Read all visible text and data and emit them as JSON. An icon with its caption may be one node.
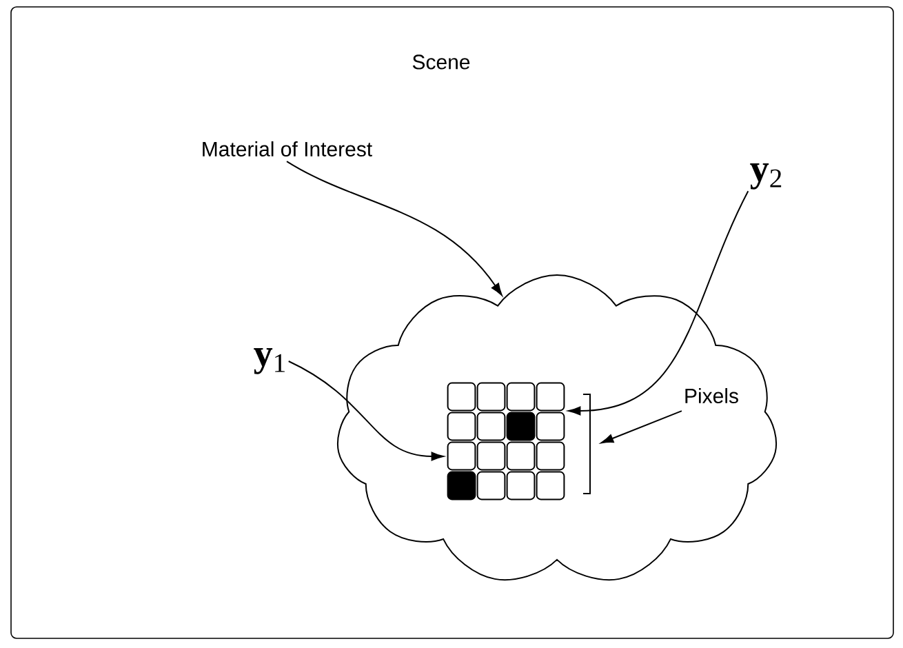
{
  "diagram": {
    "nodes": [
      {
        "text": [
          "Scene"
        ]
      },
      {
        "text": [],
        "shape": "cloud",
        "in": 0
      },
      {
        "text": [
          "Material of Interest"
        ],
        "in": 0
      },
      {
        "text": [
          "**y**$_{1}$"
        ],
        "in": 0
      },
      {
        "text": [
          "**y**$_{2}$"
        ],
        "in": 0
      },
      {
        "text": [],
        "shape": "grid",
        "in": 1
      },
      {
        "text": [
          "Pixels"
        ],
        "in": 1
      }
    ],
    "edges": [
      {
        "from": 2,
        "to": 1,
        "arrow": "to"
      },
      {
        "from": 3,
        "to": 5,
        "arrow": "to"
      },
      {
        "from": 4,
        "to": 5,
        "arrow": "to"
      },
      {
        "from": 6,
        "to": 5,
        "arrow": "to"
      }
    ]
  }
}
